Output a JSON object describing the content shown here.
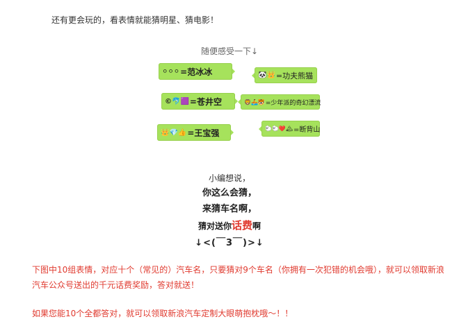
{
  "intro": "还有更会玩的，看表情就能猜明星、猜电影！",
  "caption": "随便感受一下↓",
  "bubbles": [
    {
      "emoji": "⚪⚪⚪",
      "answer": "=范冰冰"
    },
    {
      "emoji": "©🐬🟪",
      "answer": "=苍井空"
    },
    {
      "emoji": "👑💎👍",
      "answer": "=王宝强"
    },
    {
      "emoji": "🐼👑",
      "answer": "=功夫熊猫"
    },
    {
      "emoji": "🦁🚣🐯",
      "answer": "=少年派的奇幻漂流"
    },
    {
      "emoji": "🐑🐑❤️🏔",
      "answer": "=断背山"
    }
  ],
  "talk": {
    "line1": "小编想说，",
    "line2": "你这么会猜，",
    "line3": "来猜车名啊，",
    "line4_pre": "猜对送你",
    "line4_highlight": "话费",
    "line4_post": "啊",
    "line5": "↓<(￣3￣)>↓"
  },
  "paragraphs": {
    "rules": "下图中10组表情，对应十个（常见的）汽车名，只要猜对9个车名（你拥有一次犯错的机会哦），就可以领取新浪汽车公众号送出的千元话费奖励，答对就送！",
    "bonus": "如果您能10个全都答对，就可以领取新浪汽车定制大眼萌抱枕哦～！！"
  },
  "colors": {
    "bubble": "#a6e25c",
    "highlight": "#e03a2f"
  }
}
